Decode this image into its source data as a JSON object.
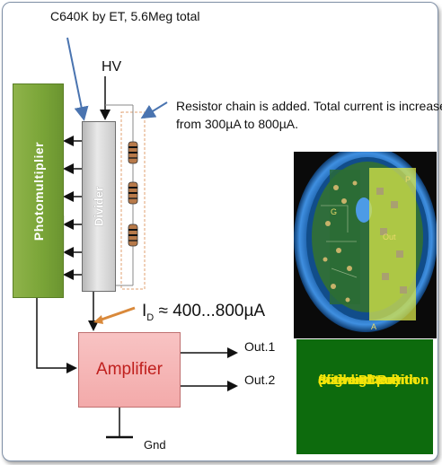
{
  "labels": {
    "top_note": "C640K by ET, 5.6Meg total",
    "hv": "HV",
    "resistor_note_line1": "Resistor chain is added. Total current is increased",
    "resistor_note_line2": "from 300µA to 800µA.",
    "photomultiplier": "Photomultiplier",
    "divider": "Divider",
    "current_symbol": "I",
    "current_subscript": "D",
    "current_value": "≈ 400...800µA",
    "amplifier": "Amplifier",
    "out1": "Out.1",
    "out2": "Out.2",
    "gnd": "Gnd",
    "pcb_caption_1": "Size and position",
    "pcb_caption_2": "of the PCB with",
    "pcb_caption_3": "active circuit",
    "pcb_caption_4": "(highlighted)"
  },
  "photo_labels": {
    "g": "G",
    "out": "Out",
    "a": "A",
    "p": "P"
  },
  "colors": {
    "pmt_green": "#79a437",
    "amp_pink": "#f3aaaa",
    "amp_text_red": "#c0201e",
    "caption_bg": "#0d6b0d",
    "caption_text": "#f4e409",
    "arrow_blue": "#4a74b0",
    "arrow_orange": "#d9893b"
  }
}
